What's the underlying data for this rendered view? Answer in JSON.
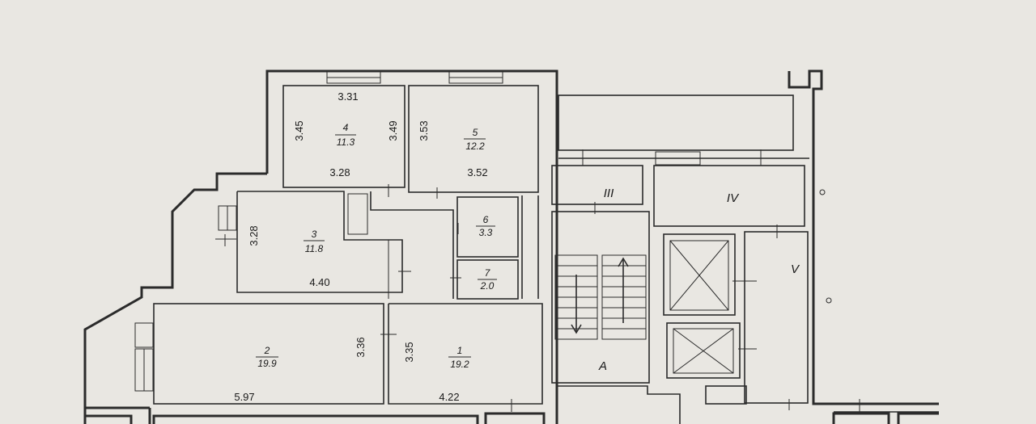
{
  "background": "#e9e7e2",
  "ink": "#2b2b2b",
  "rooms": [
    {
      "id": "room-4",
      "number": "4",
      "area": "11.3",
      "width_top": "3.31",
      "width_bottom": "3.28",
      "height_left": "3.45",
      "height_right": "3.49"
    },
    {
      "id": "room-5",
      "number": "5",
      "area": "12.2",
      "width_bottom": "3.52",
      "height_left": "3.53"
    },
    {
      "id": "room-3",
      "number": "3",
      "area": "11.8",
      "width_bottom": "4.40",
      "height_left": "3.28"
    },
    {
      "id": "room-6",
      "number": "6",
      "area": "3.3"
    },
    {
      "id": "room-7",
      "number": "7",
      "area": "2.0"
    },
    {
      "id": "room-2",
      "number": "2",
      "area": "19.9",
      "width_bottom": "5.97",
      "height_right": "3.36"
    },
    {
      "id": "room-1",
      "number": "1",
      "area": "19.2",
      "width_bottom": "4.22",
      "height_left": "3.35"
    }
  ],
  "zones": {
    "III": "III",
    "IV": "IV",
    "V": "V",
    "A": "A"
  }
}
